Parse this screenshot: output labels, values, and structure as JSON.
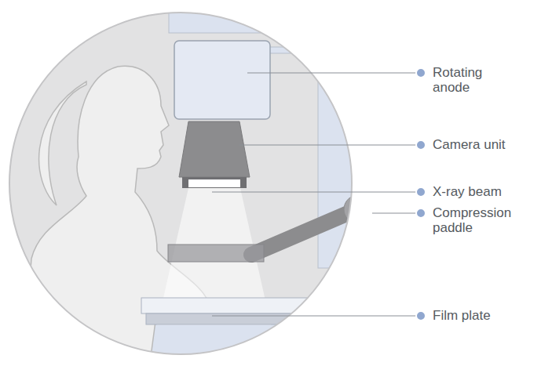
{
  "diagram": {
    "labels": [
      "Rotating anode",
      "Camera unit",
      "X-ray beam",
      "Compression paddle",
      "Film plate"
    ]
  }
}
